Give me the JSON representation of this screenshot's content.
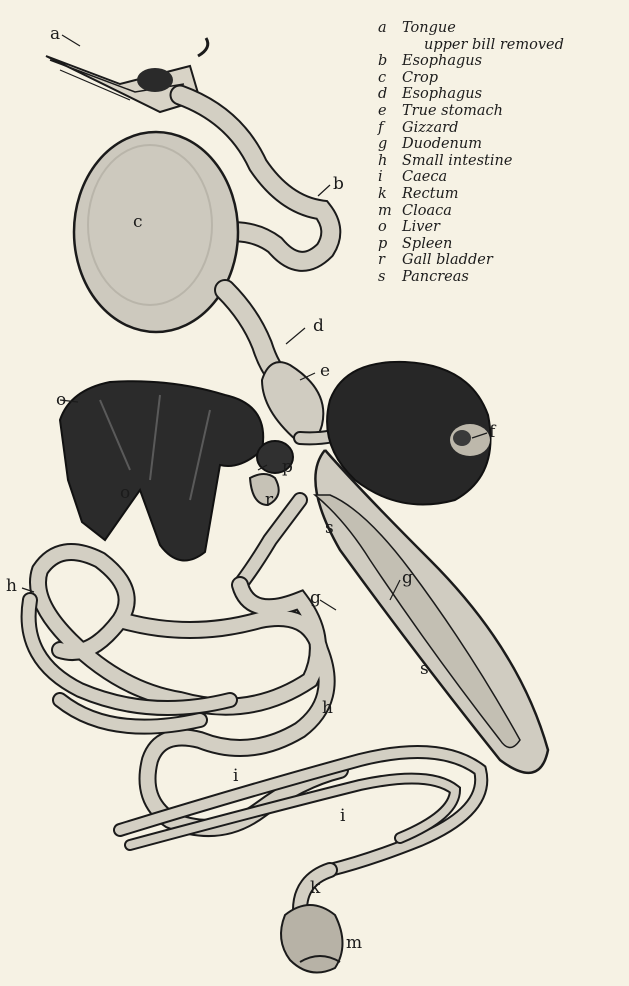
{
  "legend": [
    {
      "key": "a",
      "name": "Tongue",
      "sub": "upper bill removed"
    },
    {
      "key": "b",
      "name": "Esophagus"
    },
    {
      "key": "c",
      "name": "Crop"
    },
    {
      "key": "d",
      "name": "Esophagus"
    },
    {
      "key": "e",
      "name": "True stomach"
    },
    {
      "key": "f",
      "name": "Gizzard"
    },
    {
      "key": "g",
      "name": "Duodenum"
    },
    {
      "key": "h",
      "name": "Small intestine"
    },
    {
      "key": "i",
      "name": "Caeca"
    },
    {
      "key": "k",
      "name": "Rectum"
    },
    {
      "key": "m",
      "name": "Cloaca"
    },
    {
      "key": "o",
      "name": "Liver"
    },
    {
      "key": "p",
      "name": "Spleen"
    },
    {
      "key": "r",
      "name": "Gall bladder"
    },
    {
      "key": "s",
      "name": "Pancreas"
    }
  ],
  "labels": {
    "a": "a",
    "b": "b",
    "c": "c",
    "d": "d",
    "e": "e",
    "f": "f",
    "g1": "g",
    "g2": "g",
    "h1": "h",
    "h2": "h",
    "i1": "i",
    "i2": "i",
    "k": "k",
    "m": "m",
    "o1": "o",
    "o2": "o",
    "p": "p",
    "r": "r",
    "s1": "s",
    "s2": "s"
  },
  "colors": {
    "paper": "#f6f2e4",
    "ink": "#1b1b1b",
    "tissue": "#cfcbc0",
    "dark_organ": "#262626"
  }
}
